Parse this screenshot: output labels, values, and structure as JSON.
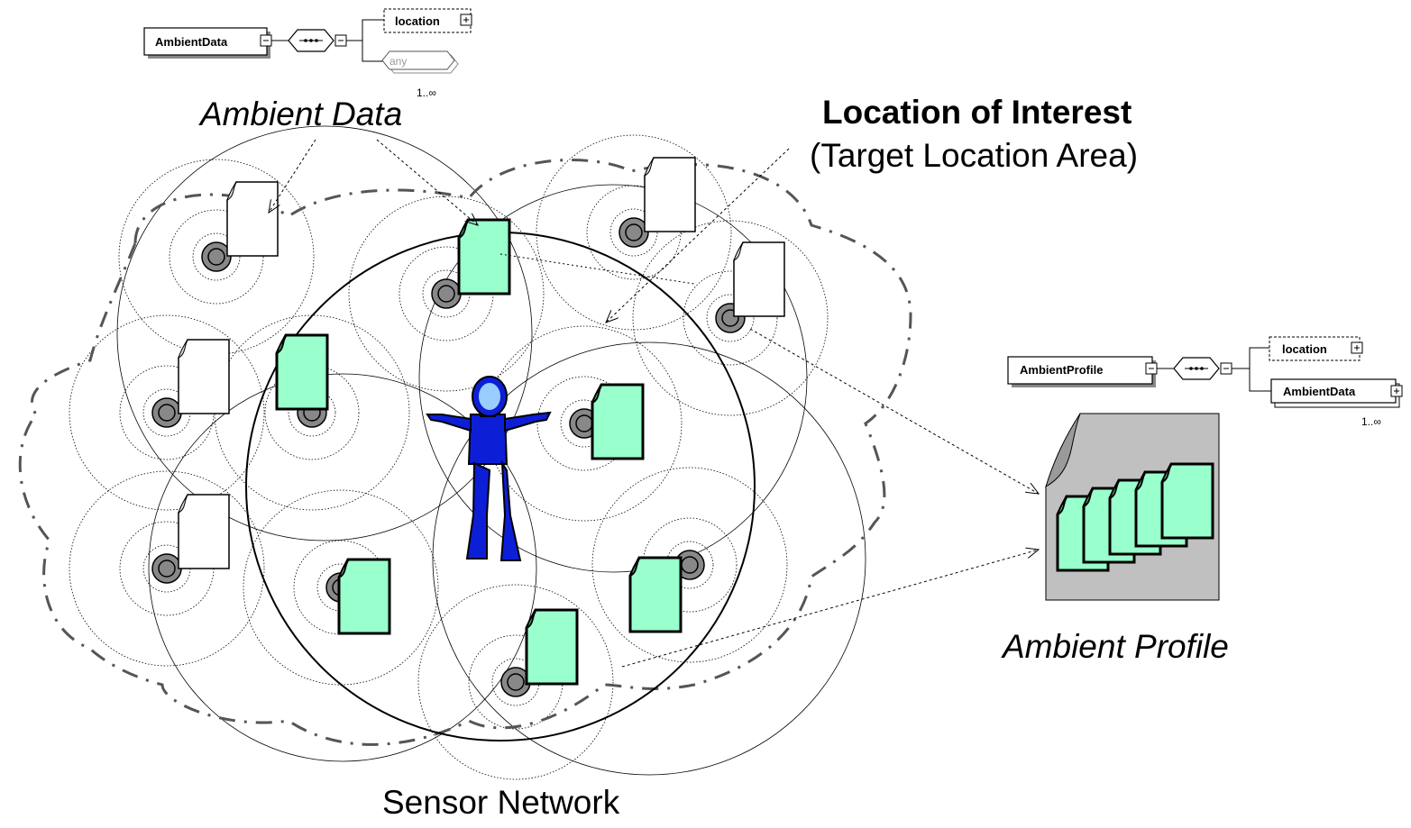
{
  "labels": {
    "ambient_data": "Ambient Data",
    "location_of_interest": "Location of Interest",
    "target_location_area": "(Target Location Area)",
    "sensor_network": "Sensor Network",
    "ambient_profile": "Ambient Profile"
  },
  "schema_ambient_data": {
    "root": "AmbientData",
    "child_location": "location",
    "child_any": "any",
    "cardinality": "1..∞"
  },
  "schema_ambient_profile": {
    "root": "AmbientProfile",
    "child_location": "location",
    "child_ambient_data": "AmbientData",
    "cardinality": "1..∞"
  },
  "colors": {
    "document_green": "#99ffcc",
    "document_white": "#ffffff",
    "person_blue": "#0d1fd6",
    "person_head": "#99ccff",
    "sensor_gray": "#888888",
    "profile_bg": "#c0c0c0",
    "line": "#000000"
  }
}
